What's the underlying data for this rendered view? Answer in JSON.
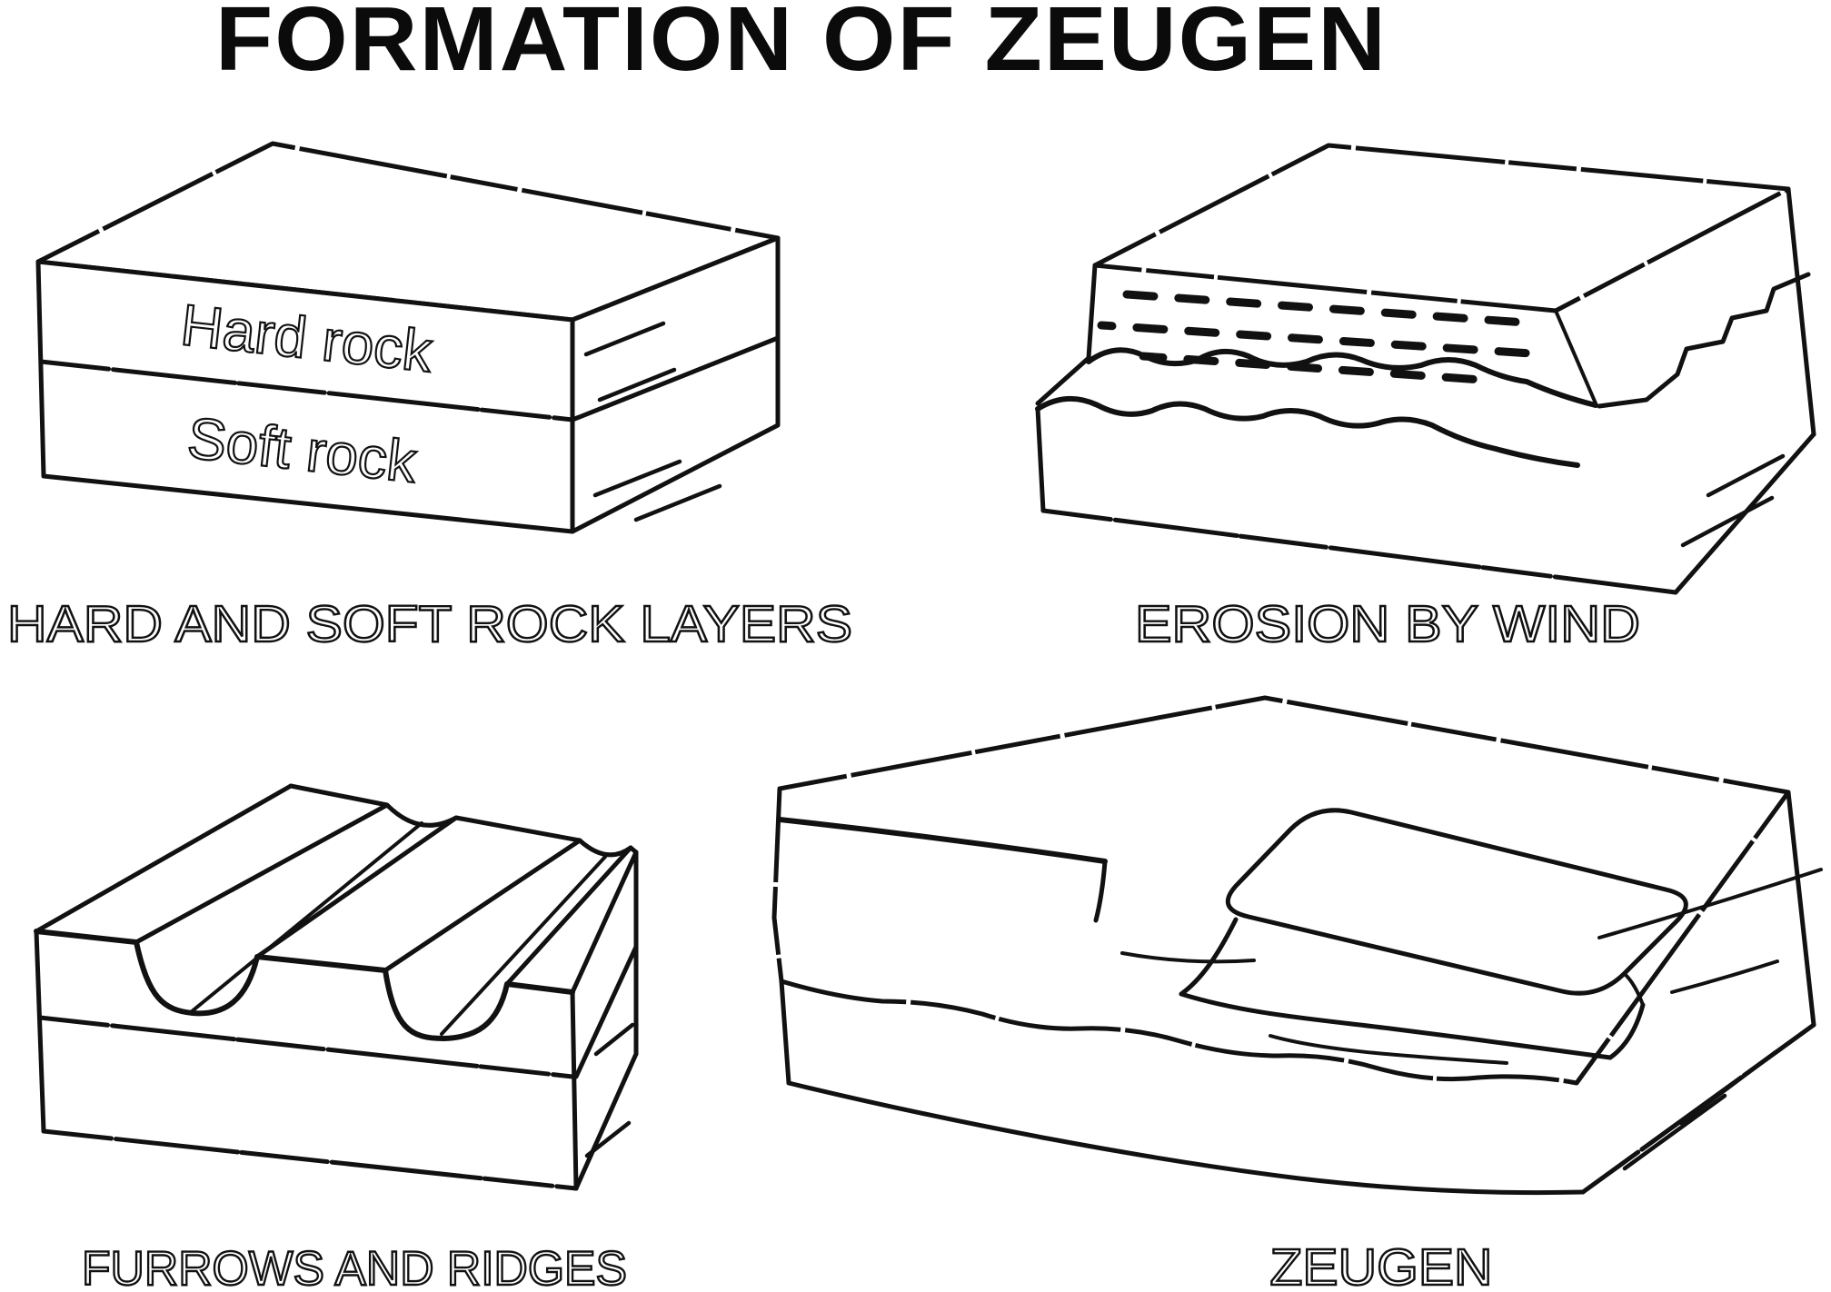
{
  "colors": {
    "background": "#ffffff",
    "ink": "#111111"
  },
  "title": "FORMATION OF ZEUGEN",
  "panels": [
    {
      "name": "hard-and-soft-rock-layers",
      "caption": "HARD AND SOFT ROCK LAYERS",
      "layer_labels": [
        "Hard rock",
        "Soft rock"
      ]
    },
    {
      "name": "erosion-by-wind",
      "caption": "EROSION BY WIND"
    },
    {
      "name": "furrows-and-ridges",
      "caption": "FURROWS AND RIDGES"
    },
    {
      "name": "zeugen",
      "caption": "ZEUGEN"
    }
  ]
}
